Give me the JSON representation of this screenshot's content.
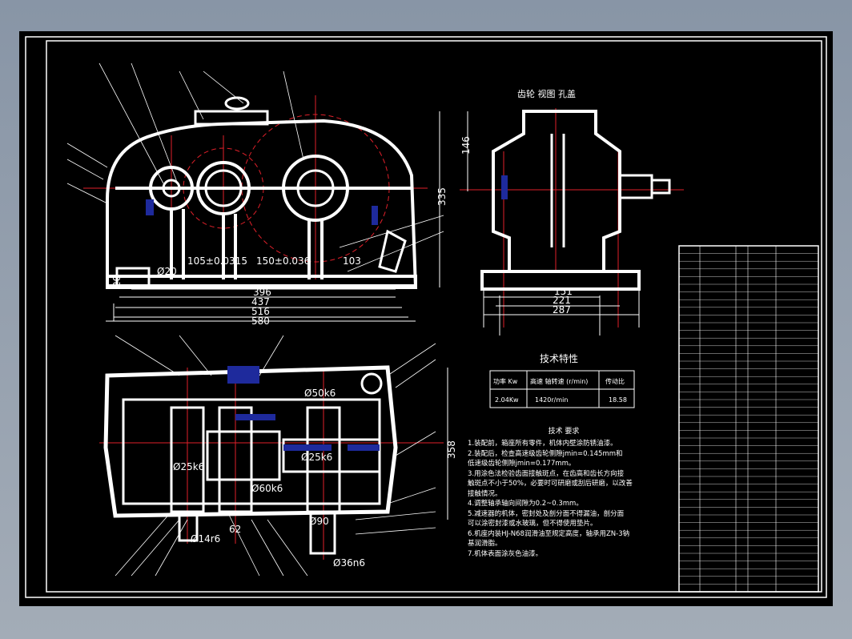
{
  "top_view": {
    "dims": [
      "105±0.0315",
      "150±0.036",
      "103",
      "396",
      "437",
      "516",
      "580",
      "20",
      "Ø20",
      "335"
    ]
  },
  "side_view": {
    "title": "齿轮 视图 孔盖",
    "dims": [
      "146",
      "151",
      "221",
      "287"
    ]
  },
  "plan_view": {
    "dims": [
      "Ø50k6",
      "Ø25k6",
      "Ø25k6",
      "Ø60k6",
      "Ø14r6",
      "62",
      "Ø90",
      "Ø36n6",
      "358"
    ]
  },
  "tech_spec": {
    "title": "技术特性",
    "headers": [
      "功率 Kw",
      "高速 轴转速 (r/min)",
      "传动比"
    ],
    "row": [
      "2.04Kw",
      "1420r/min",
      "18.58"
    ]
  },
  "requirements": {
    "title": "技术 要求",
    "lines": [
      "1.装配前，箱座所有零件，机体内壁涂防锈油漆。",
      "2.装配后，检查高速级齿轮侧隙jmin=0.145mm和",
      "低速级齿轮侧隙jmin=0.177mm。",
      "3.用涂色法检验齿面接触斑点，在齿高和齿长方向接",
      "触斑点不小于50%，必要时可研磨或刮后研磨，以改善",
      "接触情况。",
      "4.调整轴承轴向间隙为0.2~0.3mm。",
      "5.减速器的机体，密封处及剖分面不得漏油，剖分面",
      "可以涂密封漆或水玻璃，但不得使用垫片。",
      "6.机座内装HJ-N68润滑油至规定高度，轴承用ZN-3钠",
      "基润滑脂。",
      "7.机体表面涂灰色油漆。"
    ]
  },
  "colors": {
    "background": "#000000",
    "lines": "#ffffff",
    "centerlines": "#e0202a",
    "hatch": "#1e2a9c",
    "frame": "#8895a6"
  }
}
